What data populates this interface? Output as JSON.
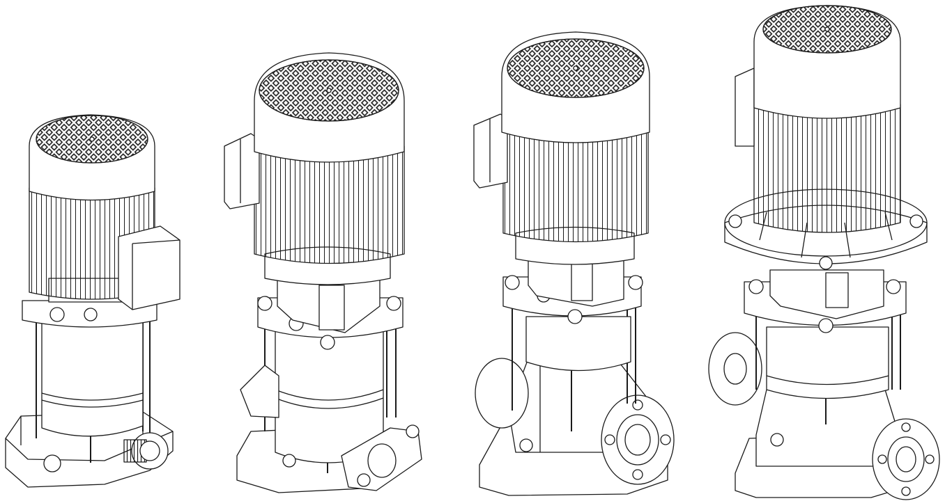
{
  "image": {
    "kind": "line-drawing",
    "background": "#ffffff",
    "stroke_color": "#1a1a1a",
    "fill_color": "#ffffff",
    "shade_color": "#e8e8e8"
  },
  "pumps": [
    {
      "id": "pump-1",
      "connection": "threaded",
      "junction_box": "right"
    },
    {
      "id": "pump-2",
      "connection": "threaded-oval-flange",
      "junction_box": "left"
    },
    {
      "id": "pump-3",
      "connection": "round-flange",
      "junction_box": "left"
    },
    {
      "id": "pump-4",
      "connection": "round-flange",
      "junction_box": "left",
      "motor_adapter": "lantern-flange"
    }
  ]
}
